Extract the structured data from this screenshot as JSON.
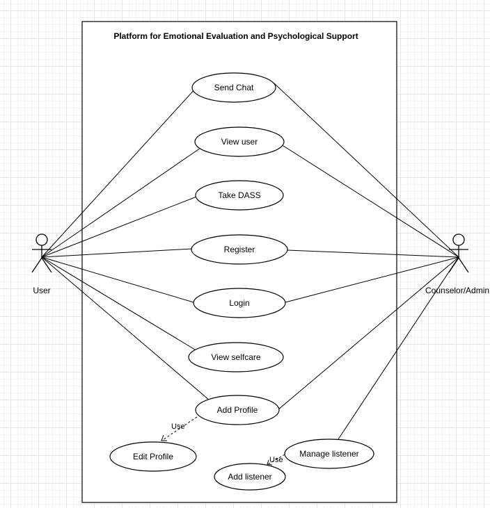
{
  "system": {
    "title": "Platform for Emotional Evaluation and Psychological Support"
  },
  "actors": {
    "user": "User",
    "counselor": "Counselor/Admin"
  },
  "use_cases": {
    "send_chat": "Send Chat",
    "view_user": "View user",
    "take_dass": "Take DASS",
    "register": "Register",
    "login": "Login",
    "view_selfcare": "View selfcare",
    "add_profile": "Add Profile",
    "edit_profile": "Edit Profile",
    "manage_listener": "Manage listener",
    "add_listener": "Add listener"
  },
  "relations": {
    "use_profile": "Use",
    "use_listener": "Use"
  }
}
